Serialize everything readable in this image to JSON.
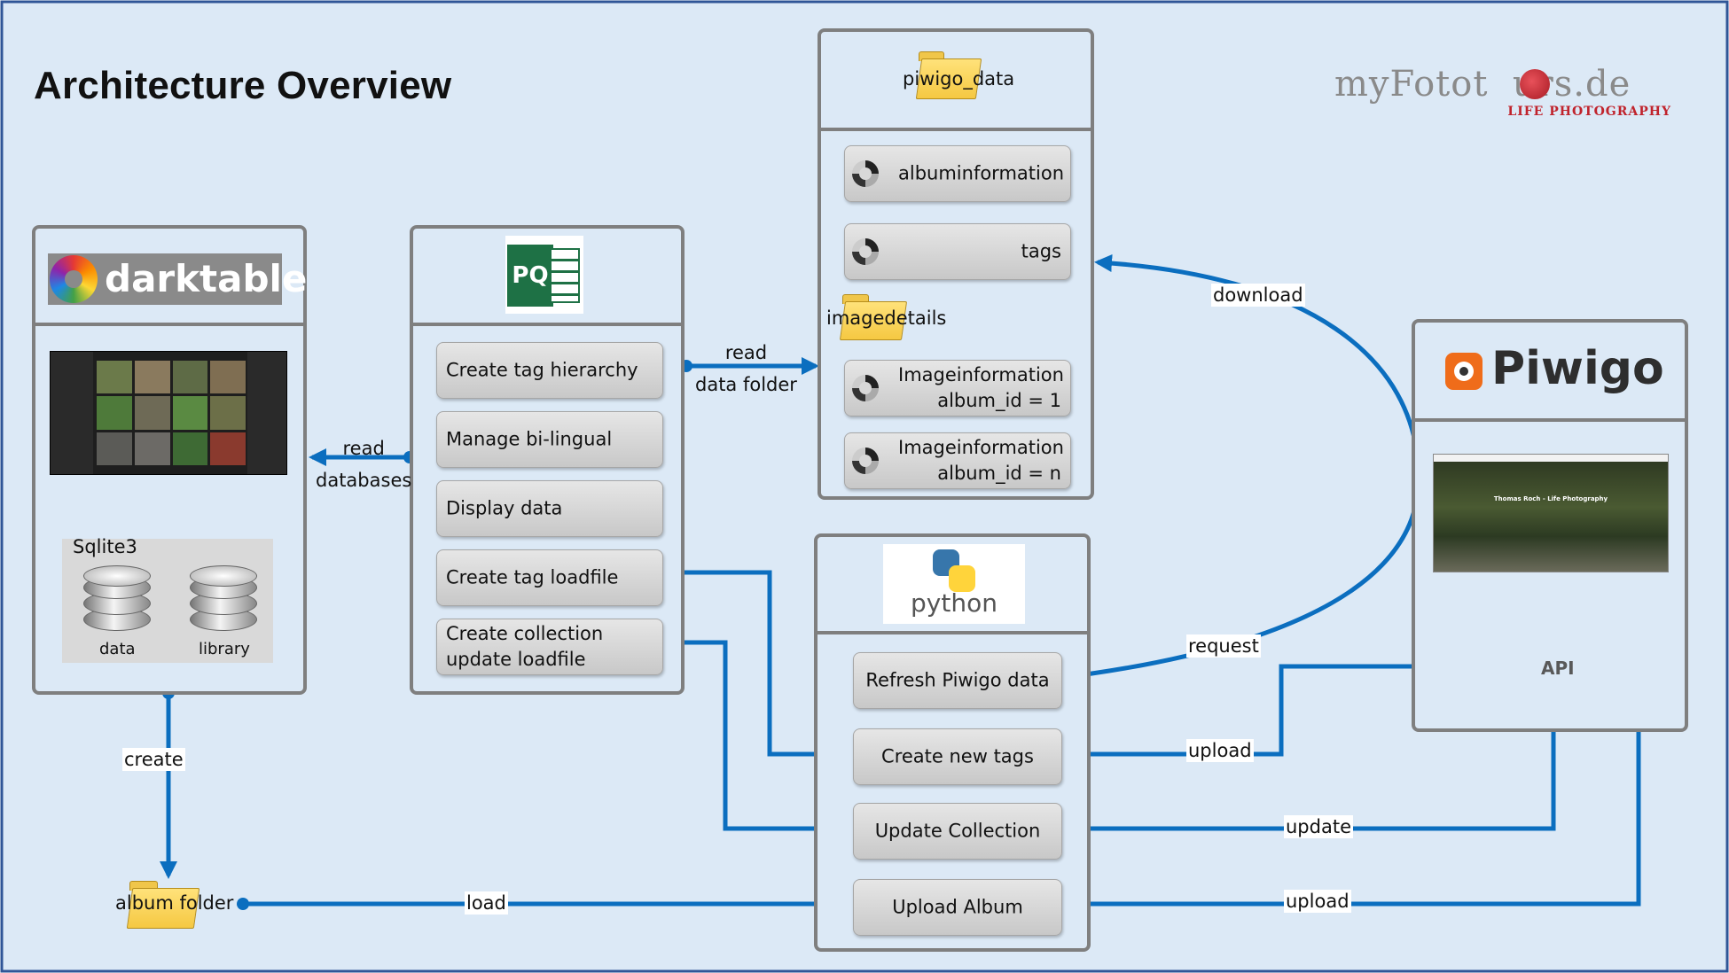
{
  "title": "Architecture Overview",
  "logo": {
    "text": "myFotot  urs.de",
    "tagline": "LIFE PHOTOGRAPHY"
  },
  "darktable": {
    "name": "darktable",
    "sqlite_label": "Sqlite3",
    "db_data": "data",
    "db_library": "library"
  },
  "powerquery": {
    "icon_text": "PQ",
    "items": [
      "Create tag hierarchy",
      "Manage bi-lingual",
      "Display data",
      "Create tag loadfile",
      "Create collection\nupdate loadfile"
    ]
  },
  "piwigo_data": {
    "folder_label": "piwigo_data",
    "items": {
      "albuminformation": "albuminformation",
      "tags": "tags",
      "imagedetails": "imagedetails",
      "image1": "Imageinformation\nalbum_id = 1",
      "imagen": "Imageinformation\nalbum_id = n"
    }
  },
  "python": {
    "logo_text": "python",
    "items": [
      "Refresh Piwigo data",
      "Create new tags",
      "Update Collection",
      "Upload Album"
    ]
  },
  "piwigo": {
    "name": "Piwigo",
    "screenshot_title": "Thomas Roch - Life Photography",
    "api_label": "API"
  },
  "album_folder": "album folder",
  "edges": {
    "read_databases": "read\ndatabases",
    "read_data_folder": "read\ndata folder",
    "download": "download",
    "request": "request",
    "create": "create",
    "load": "load",
    "upload_tags": "upload",
    "update": "update",
    "upload_album": "upload"
  },
  "colors": {
    "background": "#dce9f6",
    "border": "#7f7f7f",
    "arrow": "#0b6ebf",
    "piwigo_orange": "#ef6c1a",
    "logo_red": "#c0232c"
  }
}
